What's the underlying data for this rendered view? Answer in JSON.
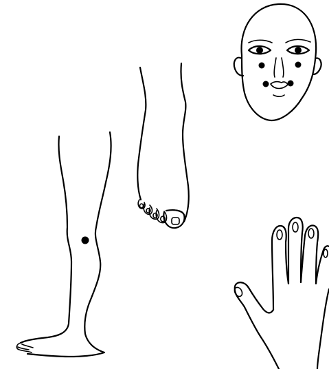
{
  "page": {
    "background_color": "#ffffff",
    "ink_color": "#000000"
  },
  "figures": [
    {
      "name": "face",
      "icon": "face-icon",
      "marked_spots": 4
    },
    {
      "name": "foot-top-view",
      "icon": "foot-icon",
      "marked_spots": 0
    },
    {
      "name": "leg-side-view",
      "icon": "leg-icon",
      "marked_spots": 1
    },
    {
      "name": "hand",
      "icon": "hand-icon",
      "marked_spots": 0
    }
  ]
}
